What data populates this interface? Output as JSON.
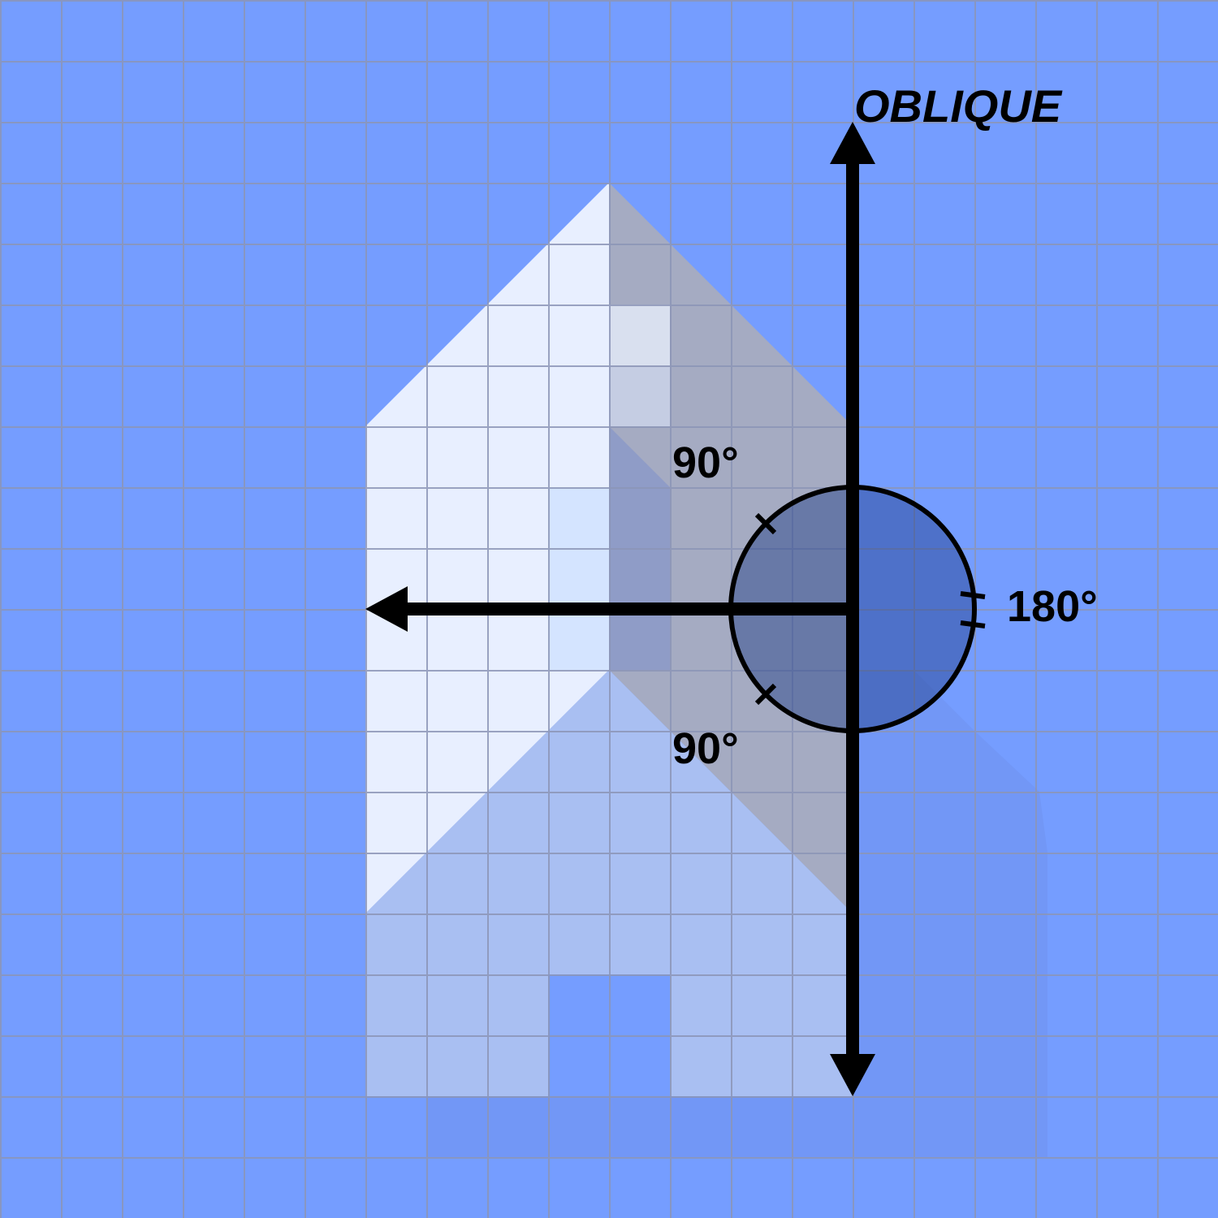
{
  "axis_title": "OBLIQUE",
  "angle_labels": {
    "upper": "90°",
    "lower": "90°",
    "right": "180°"
  },
  "colors": {
    "background": "#759dff",
    "grid": "#8b95b6",
    "axis": "#000000",
    "circle_fill": "#1e3c88",
    "house_light": "#e8efff",
    "house_shadow": "#a5abc2"
  }
}
